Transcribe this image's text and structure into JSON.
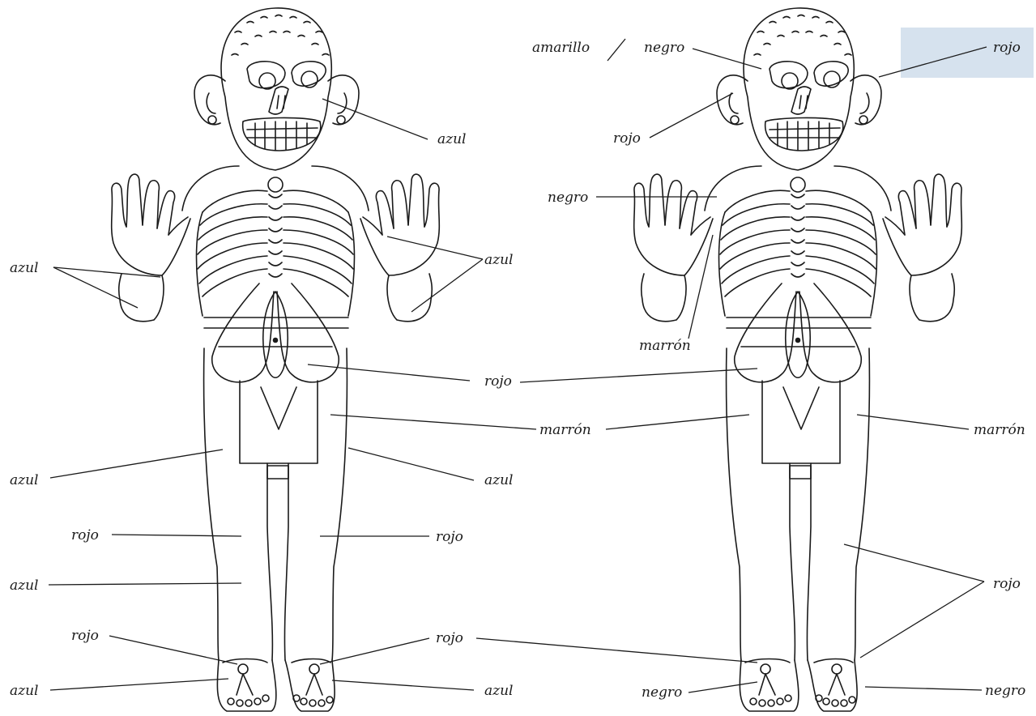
{
  "colors": {
    "ink": "#1a1a1a",
    "paper": "#ffffff",
    "patch": "#d6e2ee"
  },
  "labels": {
    "left": {
      "face": "azul",
      "hand_left": "azul",
      "hand_right": "azul",
      "belly": "rojo",
      "skirt": "marrón",
      "thigh_left": "azul",
      "thigh_right": "azul",
      "leg_left_upper": "rojo",
      "leg_right_upper": "rojo",
      "leg_left_lower": "azul",
      "ankle_left": "rojo",
      "ankle_right": "rojo",
      "foot_left": "azul",
      "foot_right": "azul"
    },
    "right": {
      "hair": "amarillo",
      "separator": "/",
      "face": "negro",
      "ear_right": "rojo",
      "ear_left": "rojo",
      "arm_upper": "negro",
      "arm_lower": "marrón",
      "skirt": "marrón",
      "legs": "rojo",
      "foot_left": "negro",
      "foot_right": "negro"
    }
  }
}
